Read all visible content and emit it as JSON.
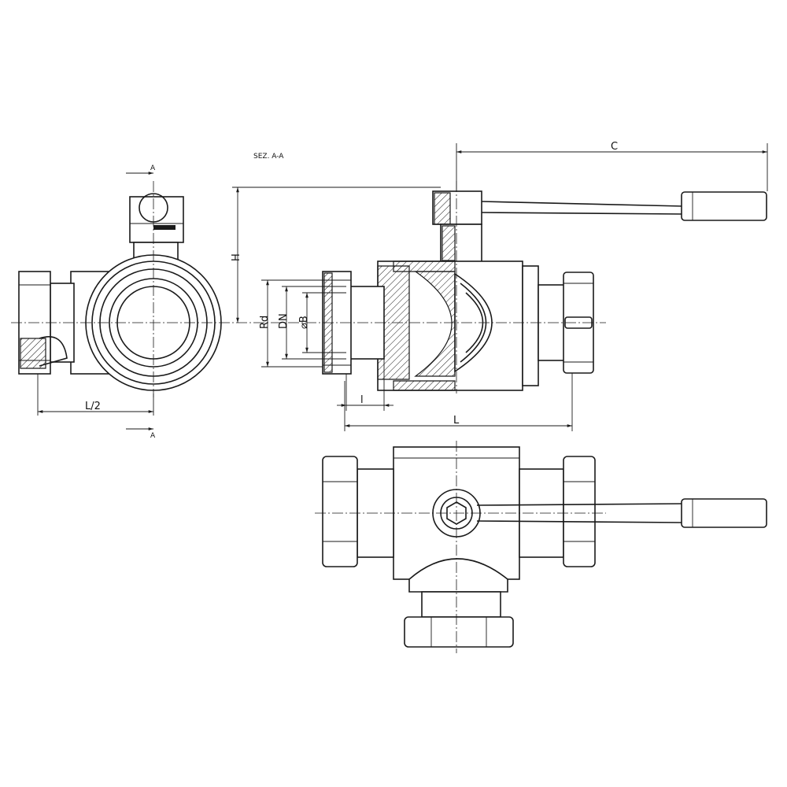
{
  "section_title": "SEZ. A-A",
  "section_marks": {
    "top": "A",
    "bottom": "A"
  },
  "dimensions": {
    "C": "C",
    "H": "H",
    "Rd": "Rd",
    "DN": "DN",
    "B": "⌀B",
    "l": "l",
    "L": "L",
    "L2": "L/2"
  }
}
